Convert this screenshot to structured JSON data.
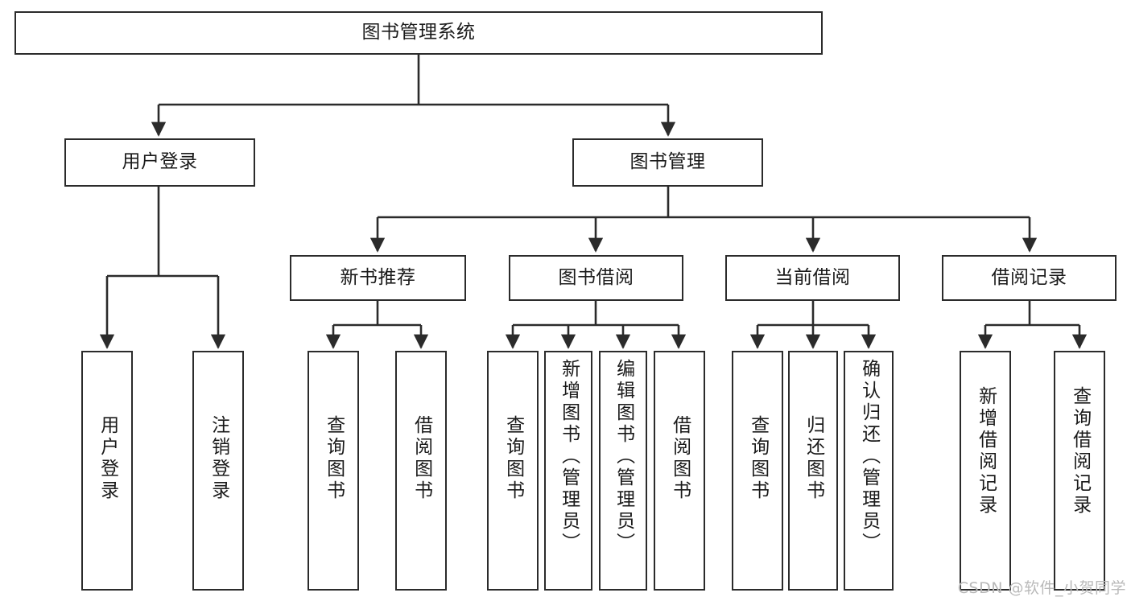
{
  "diagram": {
    "title": "图书管理系统",
    "type": "tree",
    "watermark": "CSDN @软件_小贺同学",
    "colors": {
      "box_border": "#2b2b2b",
      "box_fill": "#ffffff",
      "connector": "#2b2b2b",
      "text": "#1a1a1a",
      "watermark": "#b9b9b9",
      "background": "#ffffff"
    },
    "levels": {
      "root": "图书管理系统",
      "level2": [
        "用户登录",
        "图书管理"
      ],
      "level3": [
        "新书推荐",
        "图书借阅",
        "当前借阅",
        "借阅记录"
      ],
      "level4_groups": [
        {
          "parent": "用户登录",
          "children": [
            "用户登录",
            "注销登录"
          ]
        },
        {
          "parent": "新书推荐",
          "children": [
            "查询图书",
            "借阅图书"
          ]
        },
        {
          "parent": "图书借阅",
          "children": [
            "查询图书",
            "新增图书（管理员）",
            "编辑图书（管理员）",
            "借阅图书"
          ]
        },
        {
          "parent": "当前借阅",
          "children": [
            "查询图书",
            "归还图书",
            "确认归还（管理员）"
          ]
        },
        {
          "parent": "借阅记录",
          "children": [
            "新增借阅记录",
            "查询借阅记录"
          ]
        }
      ]
    },
    "nodes": {
      "root": {
        "label": "图书管理系统"
      },
      "user_login": {
        "label": "用户登录"
      },
      "book_manage": {
        "label": "图书管理"
      },
      "new_book_rec": {
        "label": "新书推荐"
      },
      "book_borrow": {
        "label": "图书借阅"
      },
      "current_borrow": {
        "label": "当前借阅"
      },
      "borrow_record": {
        "label": "借阅记录"
      },
      "leaf_user_login": {
        "label": "用户登录"
      },
      "leaf_logout": {
        "label": "注销登录"
      },
      "leaf_query_book_a": {
        "label": "查询图书"
      },
      "leaf_borrow_book_a": {
        "label": "借阅图书"
      },
      "leaf_query_book_b": {
        "label": "查询图书"
      },
      "leaf_add_book": {
        "label": "新增图书（管理员）"
      },
      "leaf_edit_book": {
        "label": "编辑图书（管理员）"
      },
      "leaf_borrow_book_b": {
        "label": "借阅图书"
      },
      "leaf_query_book_c": {
        "label": "查询图书"
      },
      "leaf_return_book": {
        "label": "归还图书"
      },
      "leaf_confirm_return": {
        "label": "确认归还（管理员）"
      },
      "leaf_add_record": {
        "label": "新增借阅记录"
      },
      "leaf_query_record": {
        "label": "查询借阅记录"
      }
    }
  }
}
